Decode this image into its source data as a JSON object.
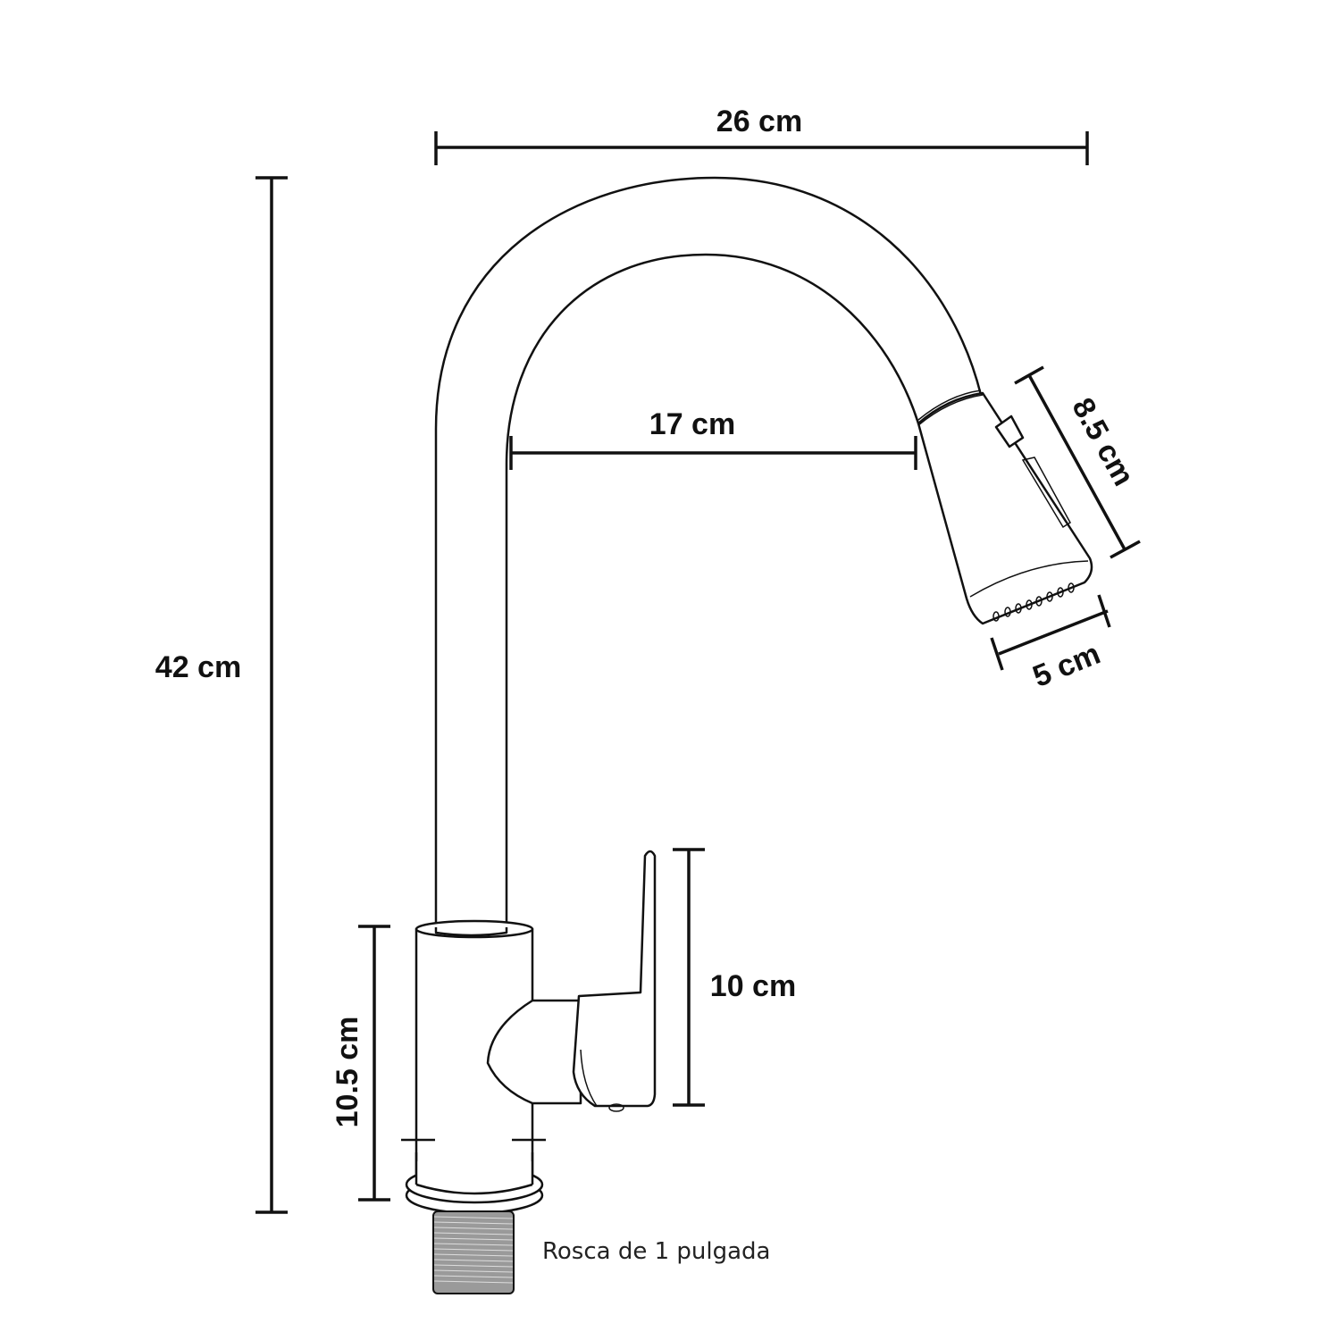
{
  "dimensions": {
    "total_width": "26 cm",
    "total_height": "42 cm",
    "spout_reach": "17 cm",
    "spray_head_length": "8.5 cm",
    "spray_head_width": "5 cm",
    "handle_height": "10 cm",
    "body_height": "10.5 cm"
  },
  "notes": {
    "thread": "Rosca de 1 pulgada"
  },
  "colors": {
    "line": "#111111",
    "thread_fill": "#9a9a9a"
  }
}
